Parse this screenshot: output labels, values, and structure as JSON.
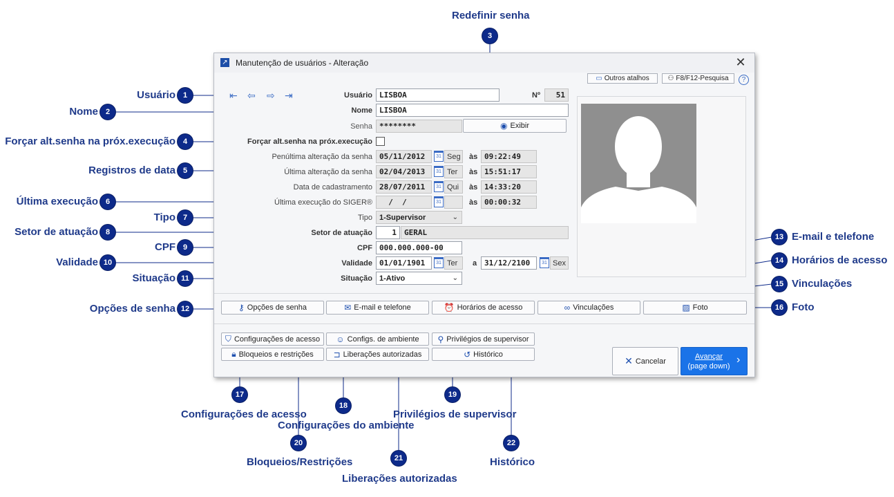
{
  "window": {
    "title": "Manutenção de usuários - Alteração",
    "close_glyph": "✕",
    "top_buttons": {
      "shortcuts": "Outros atalhos",
      "search": "F8/F12-Pesquisa",
      "help": "?"
    }
  },
  "form": {
    "usuario": {
      "label": "Usuário",
      "value": "LISBOA"
    },
    "numero": {
      "label": "Nº",
      "value": "51"
    },
    "nome": {
      "label": "Nome",
      "value": "LISBOA"
    },
    "senha": {
      "label": "Senha",
      "value": "********",
      "show_button": "Exibir"
    },
    "forcar": {
      "label": "Forçar alt.senha na próx.execução",
      "checked": false
    },
    "penultima": {
      "label": "Penúltima alteração da senha",
      "date": "05/11/2012",
      "day": "Seg",
      "at": "às",
      "time": "09:22:49"
    },
    "ultima": {
      "label": "Última alteração da senha",
      "date": "02/04/2013",
      "day": "Ter",
      "at": "às",
      "time": "15:51:17"
    },
    "cadastro": {
      "label": "Data de cadastramento",
      "date": "28/07/2011",
      "day": "Qui",
      "at": "às",
      "time": "14:33:20"
    },
    "ultima_exec": {
      "label": "Última execução do SIGER®",
      "date": "  /  /",
      "day": "",
      "at": "às",
      "time": "00:00:32"
    },
    "tipo": {
      "label": "Tipo",
      "value": "1-Supervisor"
    },
    "setor": {
      "label": "Setor de atuação",
      "code": "1",
      "name": "GERAL"
    },
    "cpf": {
      "label": "CPF",
      "value": "000.000.000-00"
    },
    "validade": {
      "label": "Validade",
      "from": "01/01/1901",
      "from_day": "Ter",
      "a": "a",
      "to": "31/12/2100",
      "to_day": "Sex"
    },
    "situacao": {
      "label": "Situação",
      "value": "1-Ativo"
    }
  },
  "tab_buttons": [
    "Opções de senha",
    "E-mail e telefone",
    "Horários de acesso",
    "Vinculações",
    "Foto"
  ],
  "bottom_buttons": {
    "configs_acesso": "Configurações de acesso",
    "configs_ambiente": "Configs. de ambiente",
    "privilegios": "Privilégios de supervisor",
    "bloqueios": "Bloqueios e restrições",
    "liberacoes": "Liberações autorizadas",
    "historico": "Histórico"
  },
  "action_buttons": {
    "cancel": "Cancelar",
    "next_line1": "Avançar",
    "next_line2": "(page down)"
  },
  "callouts": {
    "c1": {
      "num": "1",
      "text": "Usuário"
    },
    "c2": {
      "num": "2",
      "text": "Nome"
    },
    "c3": {
      "num": "3",
      "text": "Redefinir senha"
    },
    "c4": {
      "num": "4",
      "text": "Forçar alt.senha na próx.execução"
    },
    "c5": {
      "num": "5",
      "text": "Registros de data"
    },
    "c6": {
      "num": "6",
      "text": "Última execução"
    },
    "c7": {
      "num": "7",
      "text": "Tipo"
    },
    "c8": {
      "num": "8",
      "text": "Setor de atuação"
    },
    "c9": {
      "num": "9",
      "text": "CPF"
    },
    "c10": {
      "num": "10",
      "text": "Validade"
    },
    "c11": {
      "num": "11",
      "text": "Situação"
    },
    "c12": {
      "num": "12",
      "text": "Opções de senha"
    },
    "c13": {
      "num": "13",
      "text": "E-mail e telefone"
    },
    "c14": {
      "num": "14",
      "text": "Horários de acesso"
    },
    "c15": {
      "num": "15",
      "text": "Vinculações"
    },
    "c16": {
      "num": "16",
      "text": "Foto"
    },
    "c17": {
      "num": "17",
      "text": "Configurações de acesso"
    },
    "c18": {
      "num": "18",
      "text": "Configurações do ambiente"
    },
    "c19": {
      "num": "19",
      "text": "Privilégios de supervisor"
    },
    "c20": {
      "num": "20",
      "text": "Bloqueios/Restrições"
    },
    "c21": {
      "num": "21",
      "text": "Liberações autorizadas"
    },
    "c22": {
      "num": "22",
      "text": "Histórico"
    }
  },
  "colors": {
    "callout": "#0d2a8a",
    "primary": "#1a73e8"
  }
}
